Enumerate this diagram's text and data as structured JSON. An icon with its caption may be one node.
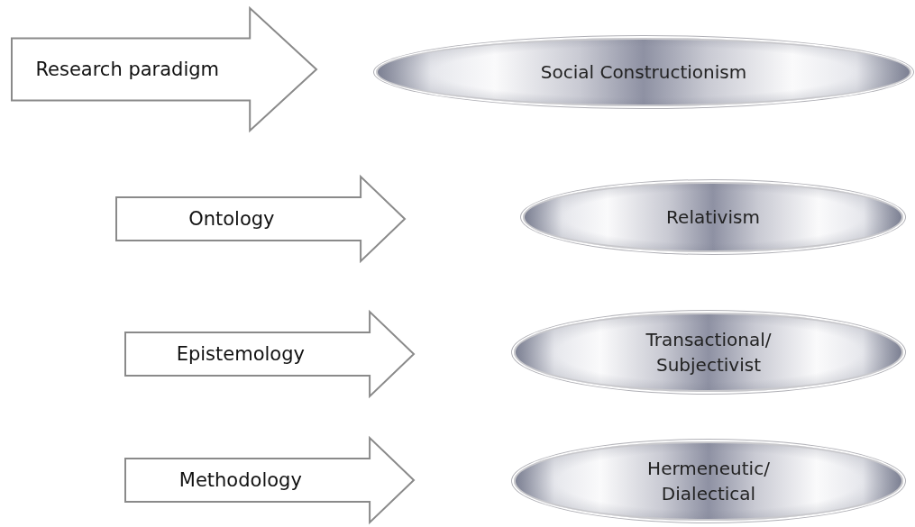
{
  "diagram": {
    "nodes": [
      {
        "text": [
          "Research paradigm"
        ]
      },
      {
        "text": [
          "Social Constructionism"
        ]
      },
      {
        "text": [
          "Ontology"
        ]
      },
      {
        "text": [
          "Relativism"
        ]
      },
      {
        "text": [
          "Epistemology"
        ]
      },
      {
        "text": [
          "Transactional/ Subjectivist"
        ]
      },
      {
        "text": [
          "Methodology"
        ]
      },
      {
        "text": [
          "Hermeneutic/ Dialectical"
        ]
      }
    ]
  }
}
